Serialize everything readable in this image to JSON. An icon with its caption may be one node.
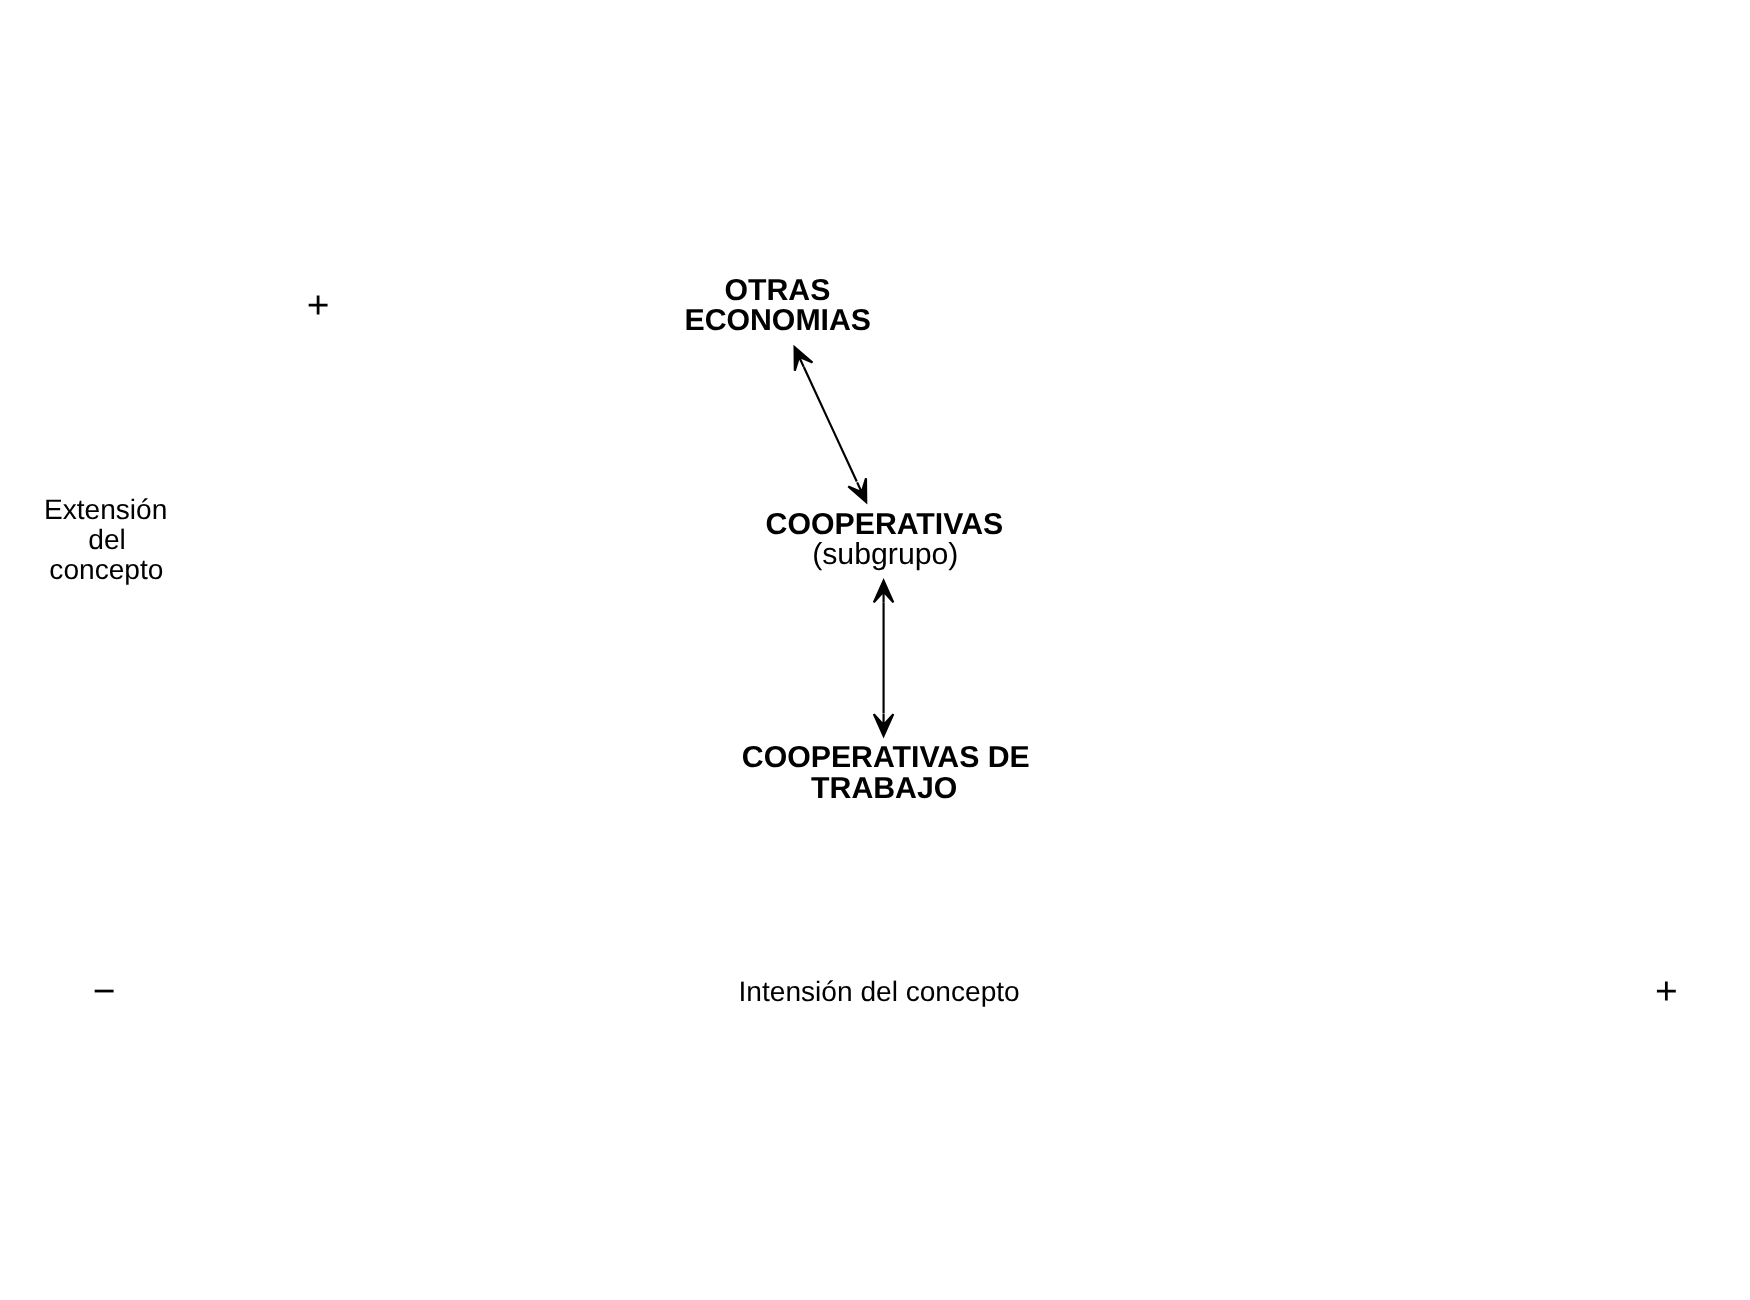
{
  "diagram": {
    "nodes": [
      {
        "text": [
          "OTRAS ECONOMIAS"
        ]
      },
      {
        "text": [
          "COOPERATIVAS",
          "(subgrupo)"
        ]
      },
      {
        "text": [
          "COOPERATIVAS DE TRABAJO"
        ]
      }
    ],
    "edges": [
      {
        "from": 0,
        "to": 1,
        "arrow": "both"
      },
      {
        "from": 1,
        "to": 2,
        "arrow": "both"
      }
    ],
    "labels": [
      "+",
      "Extensión del concepto",
      "−",
      "Intensión del concepto",
      "+"
    ]
  }
}
